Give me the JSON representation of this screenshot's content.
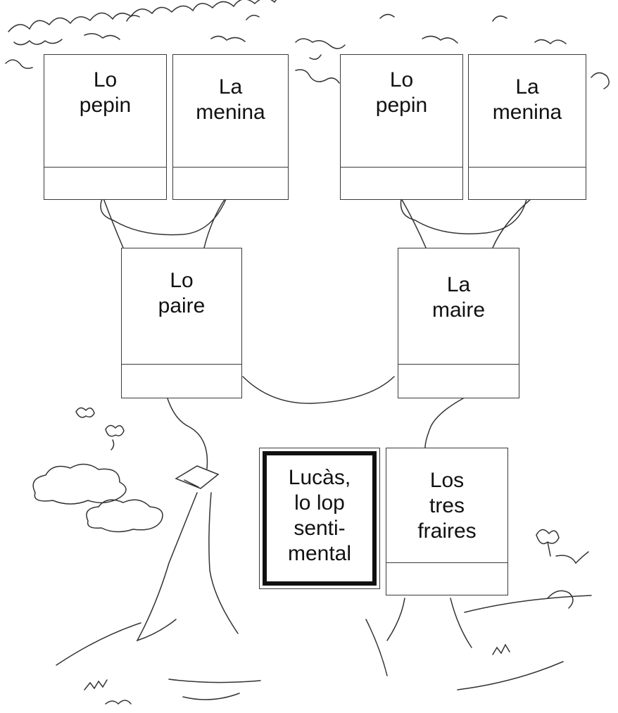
{
  "tree": {
    "grandparents": [
      {
        "label": "Lo\npepin"
      },
      {
        "label": "La\nmenina"
      },
      {
        "label": "Lo\npepin"
      },
      {
        "label": "La\nmenina"
      }
    ],
    "parents": [
      {
        "label": "Lo\npaire"
      },
      {
        "label": "La\nmaire"
      }
    ],
    "children": [
      {
        "label": "Lucàs,\nlo lop\nsenti-\nmental"
      },
      {
        "label": "Los\ntres\nfraires"
      }
    ]
  },
  "icons": [
    "foliage-illustration",
    "cloud-icon",
    "butterfly-icon",
    "bird-icon",
    "snail-icon",
    "grass-illustration",
    "tree-trunk-illustration"
  ]
}
